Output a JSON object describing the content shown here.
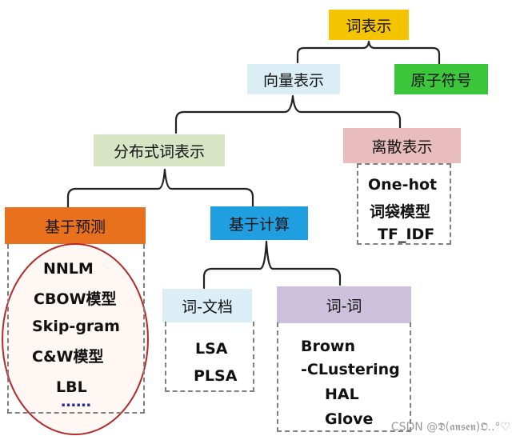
{
  "colors": {
    "root": "#f5c400",
    "vector": "#dbeef5",
    "atomic": "#3cc63c",
    "distributed": "#d7e5c5",
    "discrete": "#eabdbd",
    "prediction": "#e8711d",
    "counting": "#1f9fe0",
    "word_doc": "#dbeef5",
    "word_word": "#cdc0dc",
    "ellipse": "#b22a2a",
    "ellipse_fill": "#fdf3ee",
    "line": "#222222"
  },
  "nodes": {
    "root": "词表示",
    "vector": "向量表示",
    "atomic": "原子符号",
    "distributed": "分布式词表示",
    "discrete": "离散表示",
    "prediction": "基于预测",
    "counting": "基于计算",
    "word_doc": "词-文档",
    "word_word": "词-词"
  },
  "lists": {
    "discrete": [
      "One-hot",
      "词袋模型",
      "TF_IDF"
    ],
    "prediction": [
      "NNLM",
      "CBOW模型",
      "Skip-gram",
      "C&W模型",
      "LBL",
      "……"
    ],
    "word_doc": [
      "LSA",
      "PLSA"
    ],
    "word_word": [
      "Brown",
      "-CLustering",
      "HAL",
      "Glove"
    ]
  },
  "watermark": "CSDN @𝕯(𝖆𝖓𝖘𝖊𝖓)𝕺..°♡"
}
